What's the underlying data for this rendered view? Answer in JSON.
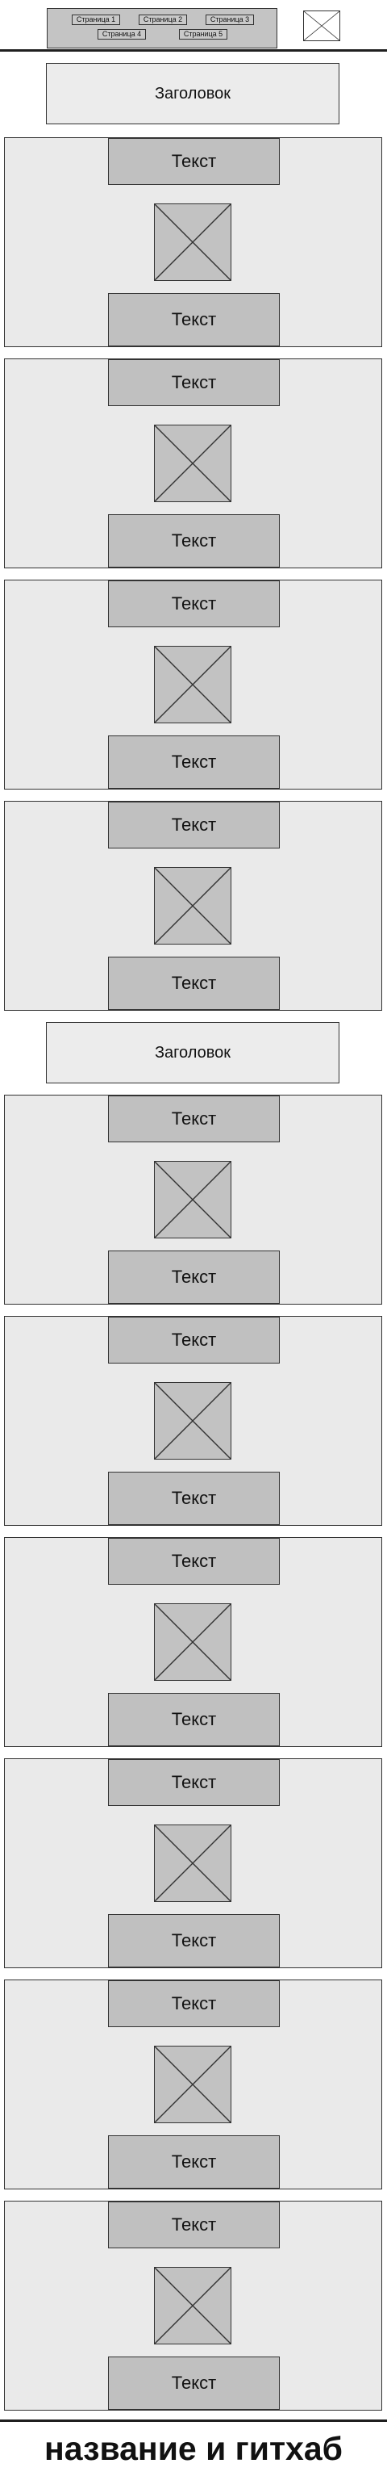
{
  "header": {
    "nav": [
      "Страница 1",
      "Страница 2",
      "Страница 3",
      "Страница 4",
      "Страница 5"
    ],
    "logo_icon": "image-placeholder-icon"
  },
  "sections": [
    {
      "heading": "Заголовок",
      "cards": [
        {
          "top_text": "Текст",
          "bottom_text": "Текст"
        },
        {
          "top_text": "Текст",
          "bottom_text": "Текст"
        },
        {
          "top_text": "Текст",
          "bottom_text": "Текст"
        },
        {
          "top_text": "Текст",
          "bottom_text": "Текст"
        }
      ]
    },
    {
      "heading": "Заголовок",
      "cards": [
        {
          "top_text": "Текст",
          "bottom_text": "Текст"
        },
        {
          "top_text": "Текст",
          "bottom_text": "Текст"
        },
        {
          "top_text": "Текст",
          "bottom_text": "Текст"
        },
        {
          "top_text": "Текст",
          "bottom_text": "Текст"
        },
        {
          "top_text": "Текст",
          "bottom_text": "Текст"
        },
        {
          "top_text": "Текст",
          "bottom_text": "Текст"
        }
      ]
    }
  ],
  "footer": {
    "title": "название и гитхаб"
  },
  "colors": {
    "panel": "#eaeaea",
    "block": "#c0c0c0",
    "border": "#333333"
  }
}
